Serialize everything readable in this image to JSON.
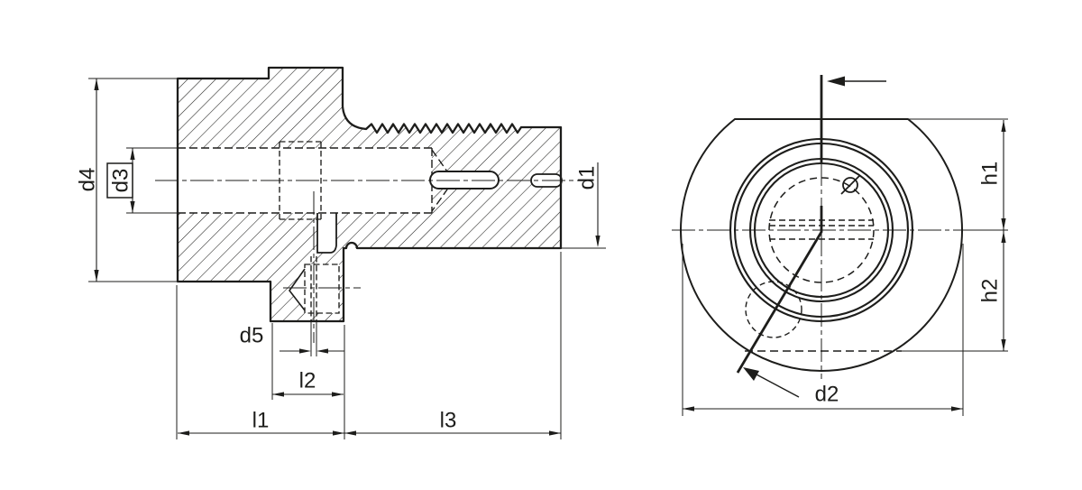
{
  "drawing": {
    "kind": "technical drawing – tool holder, section view and front view",
    "colors": {
      "line": "#1d1d1b",
      "background": "#ffffff"
    },
    "labels": {
      "d1": "d1",
      "d2": "d2",
      "d3": "d3",
      "d4": "d4",
      "d5": "d5",
      "h1": "h1",
      "h2": "h2",
      "l1": "l1",
      "l2": "l2",
      "l3": "l3"
    }
  }
}
